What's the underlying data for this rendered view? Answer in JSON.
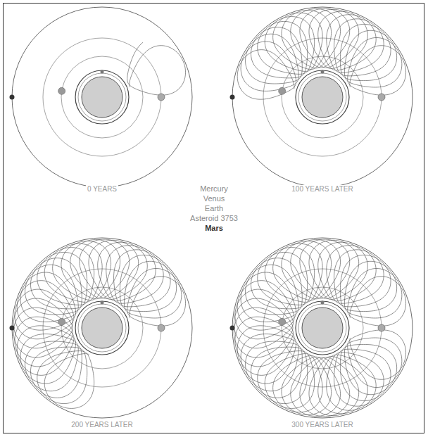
{
  "diagram": {
    "labels": [
      "0 YEARS",
      "Mercury",
      "Venus",
      "Earth",
      "Asteroid 3753",
      "Mars",
      "100 YEARS LATER",
      "200 YEARS LATER",
      "300 YEARS LATER"
    ]
  }
}
